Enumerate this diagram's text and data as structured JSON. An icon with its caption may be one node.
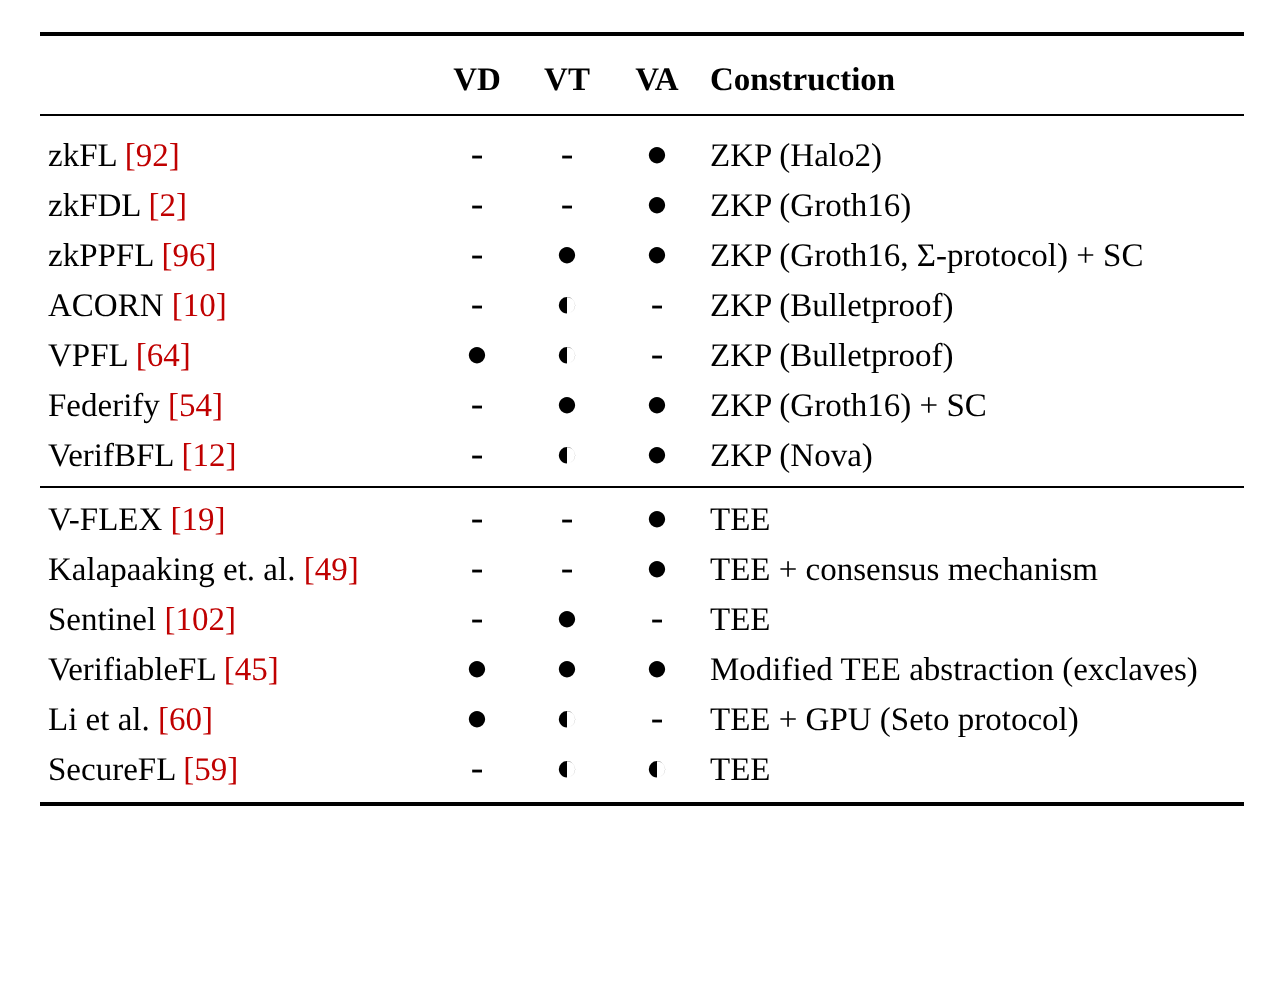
{
  "diagram": {
    "labels": [
      "VD",
      "VT",
      "VA",
      "Construction",
      "zkFL [92]",
      "-",
      "-",
      "●",
      "ZKP (Halo2)",
      "zkFDL [2]",
      "-",
      "-",
      "●",
      "ZKP (Groth16)",
      "zkPPFL [96]",
      "-",
      "●",
      "●",
      "ZKP (Groth16, Σ-protocol) + SC",
      "ACORN [10]",
      "-",
      "◐",
      "-",
      "ZKP (Bulletproof)",
      "VPFL [64]",
      "●",
      "◐",
      "-",
      "ZKP (Bulletproof)",
      "Federify [54]",
      "-",
      "●",
      "●",
      "ZKP (Groth16) + SC",
      "VerifBFL [12]",
      "-",
      "◐",
      "●",
      "ZKP (Nova)",
      "V-FLEX [19]",
      "-",
      "-",
      "●",
      "TEE",
      "Kalapaaking et. al. [49]",
      "-",
      "-",
      "●",
      "TEE + consensus mechanism",
      "Sentinel [102]",
      "-",
      "●",
      "-",
      "TEE",
      "VerifiableFL [45]",
      "●",
      "●",
      "●",
      "Modified TEE abstraction (exclaves)",
      "Li et al. [60]",
      "●",
      "◐",
      "-",
      "TEE + GPU (Seto protocol)",
      "SecureFL [59]",
      "-",
      "◐",
      "◐",
      "TEE"
    ]
  }
}
